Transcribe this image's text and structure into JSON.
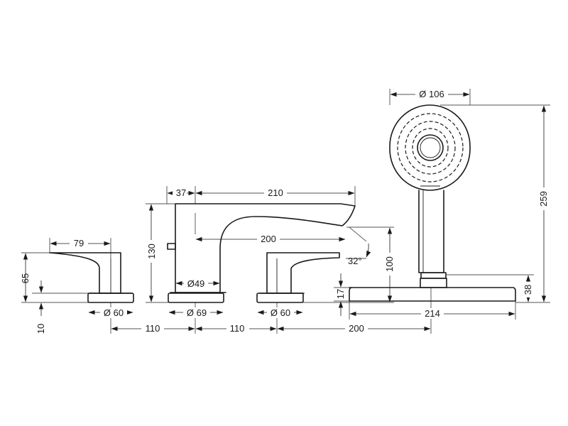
{
  "drawing": {
    "dims": {
      "lever_left_width": "79",
      "lever_left_height": "65",
      "base_thickness": "10",
      "base_left_diameter": "Ø 60",
      "spacing_1": "110",
      "spout_offset": "37",
      "spout_reach": "210",
      "spout_inner_reach": "200",
      "spout_height": "130",
      "spout_tube_diameter": "Ø49",
      "base_spout_diameter": "Ø 69",
      "spacing_2": "110",
      "base_right_diameter": "Ø 60",
      "spout_angle": "32°",
      "spout_outlet_height": "100",
      "shower_spacing": "200",
      "shower_head_diameter": "Ø 106",
      "shower_total_height": "259",
      "shower_holder_height": "38",
      "shower_plate_thickness": "17",
      "shower_plate_width": "214"
    }
  }
}
